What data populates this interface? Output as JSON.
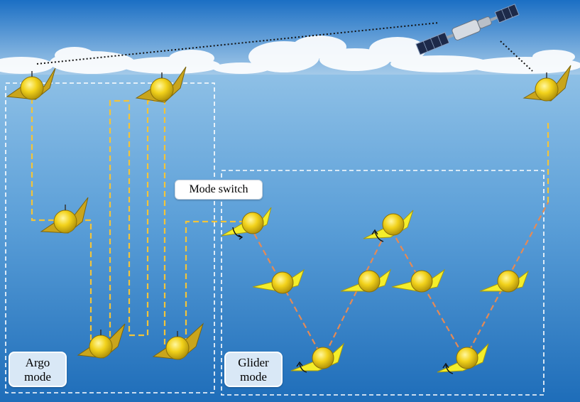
{
  "labels": {
    "mode_switch": "Mode switch",
    "argo_line1": "Argo",
    "argo_line2": "mode",
    "glider_line1": "Glider",
    "glider_line2": "mode"
  },
  "colors": {
    "sky_top": "#1b6fc4",
    "sky_bottom": "#a9cdea",
    "water_top": "#8ec0e6",
    "water_bottom": "#1e6db9",
    "argo_path": "#f2c43a",
    "glider_path": "#e58a55",
    "float_body": "#f2d21b",
    "float_wing": "#c9a51c",
    "glider_wing": "#f4ee2a",
    "frame": "#ffffff",
    "uplink": "#111111"
  },
  "icons": {
    "satellite": "satellite-icon",
    "argo_float": "argo-float-icon",
    "underwater_glider": "underwater-glider-icon",
    "rotation_arrow": "rotation-arrow-icon"
  }
}
